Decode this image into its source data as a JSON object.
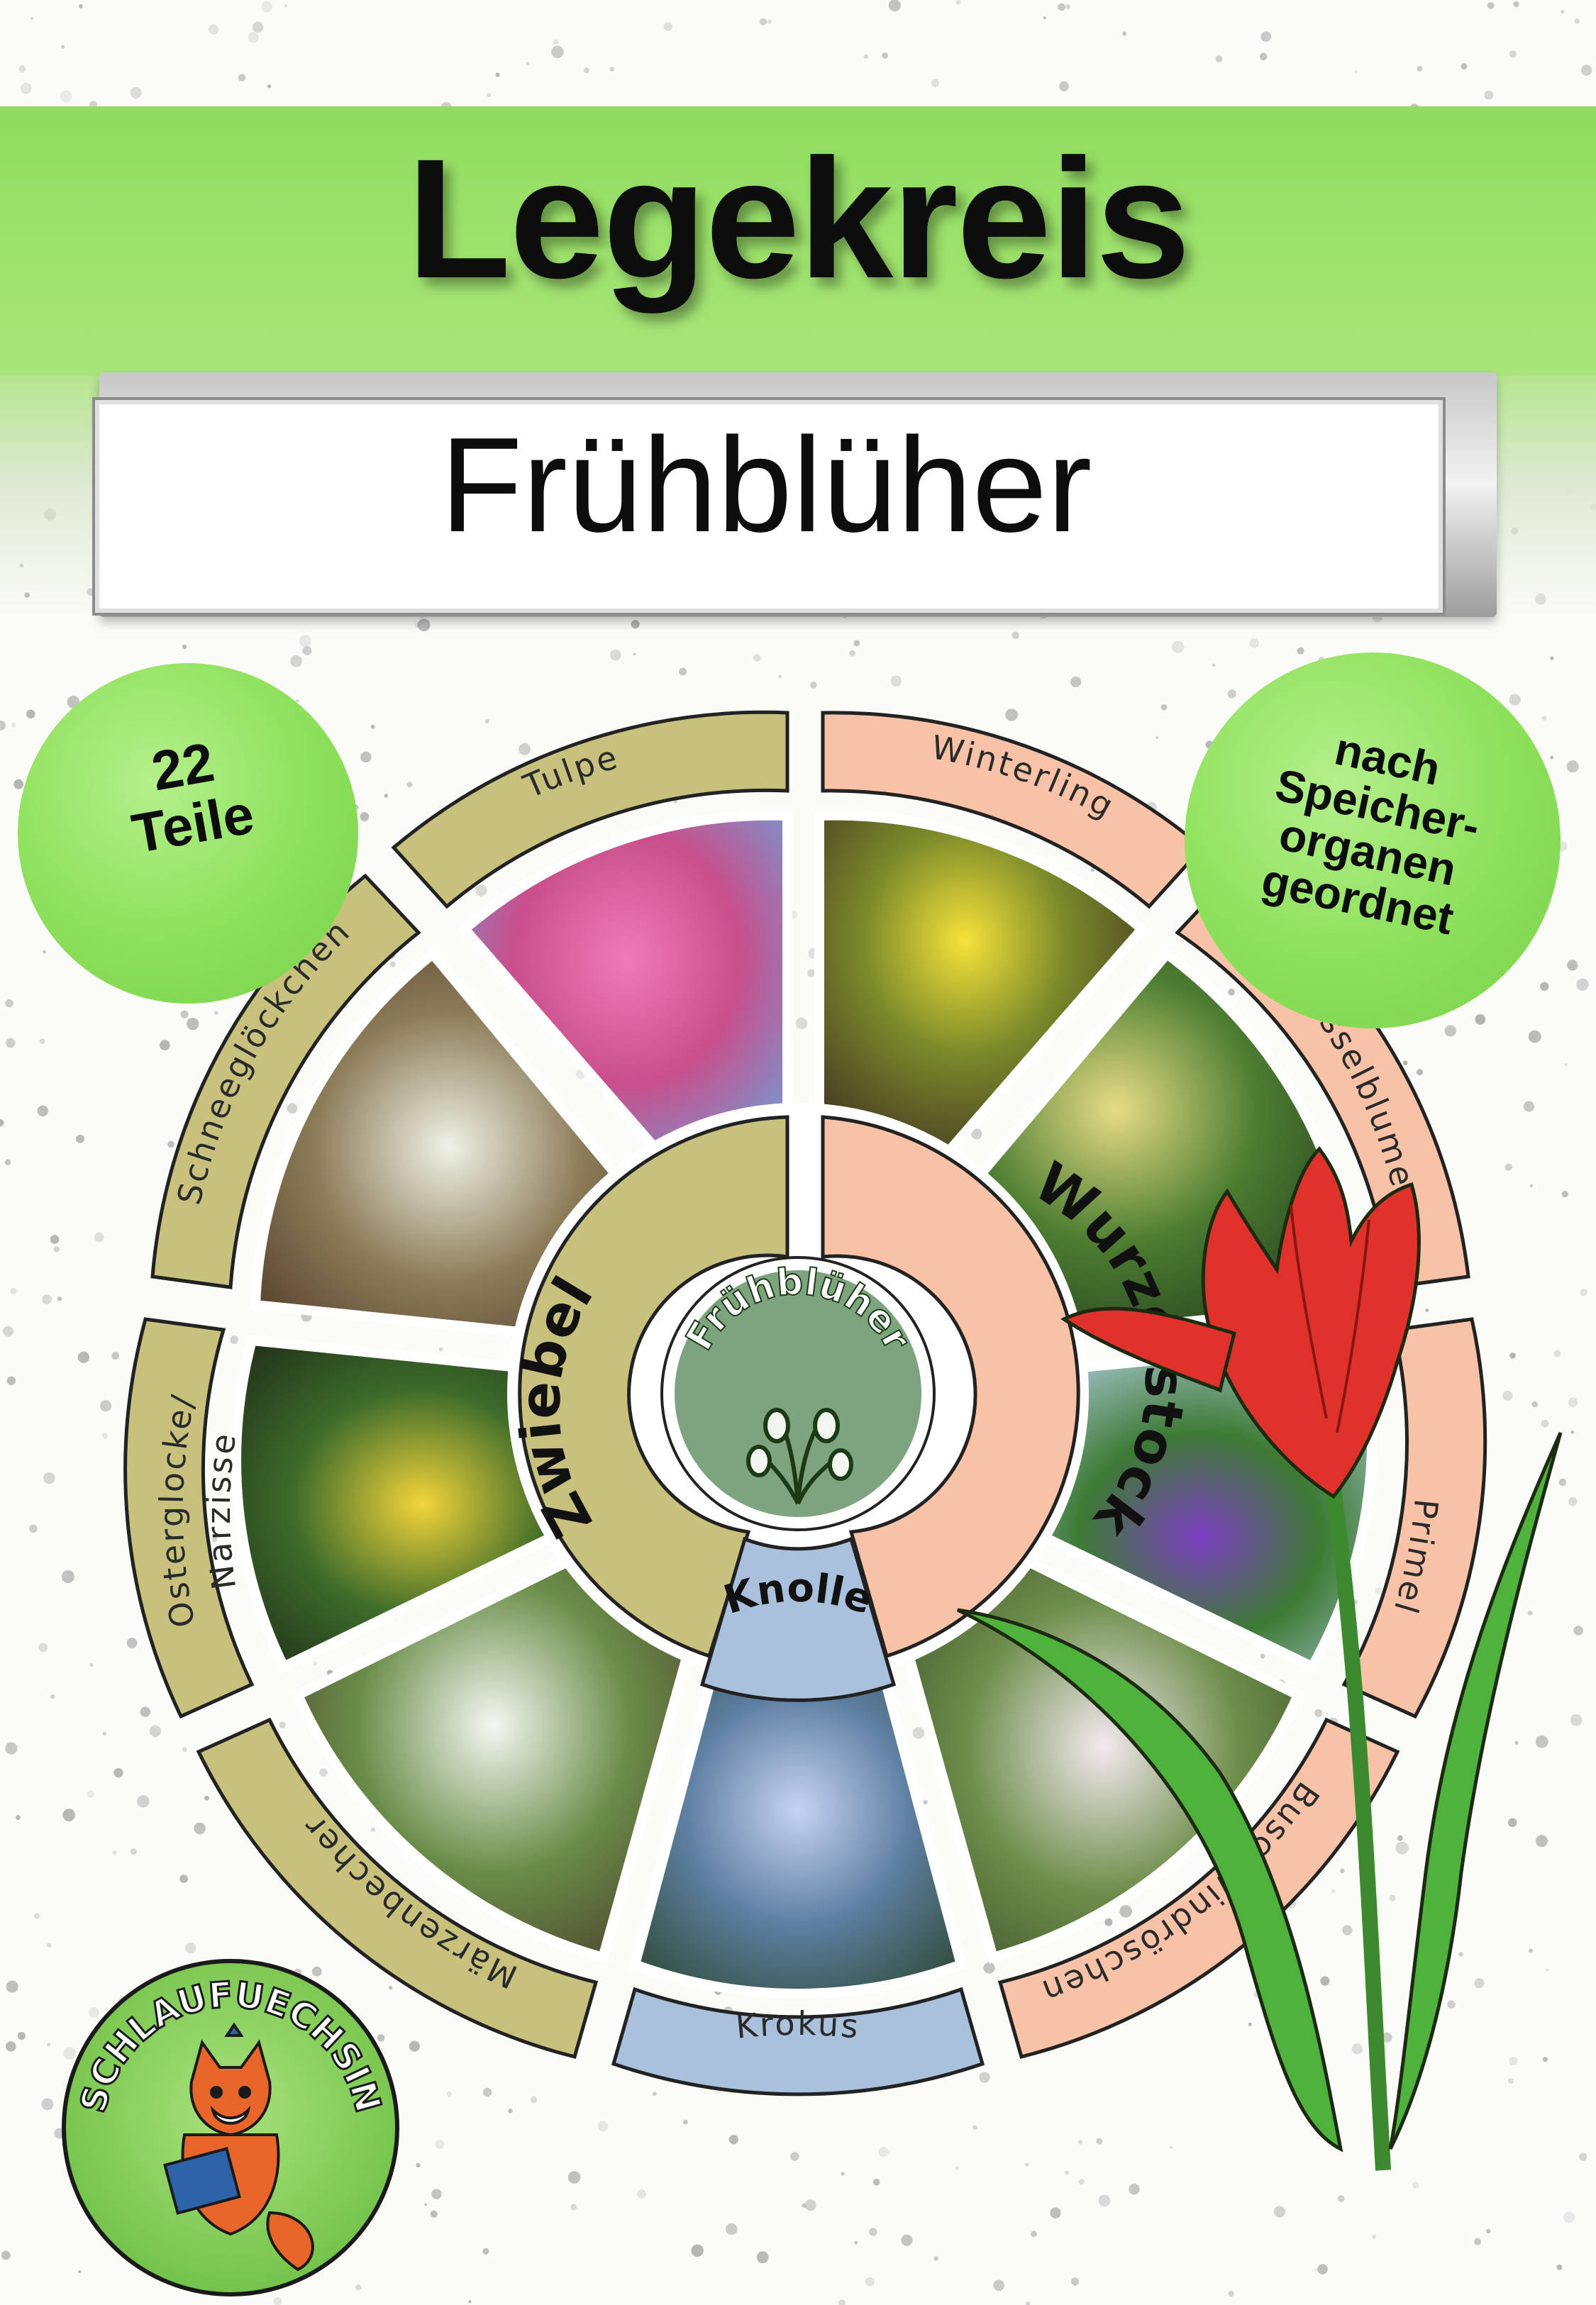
{
  "title": "Legekreis",
  "subtitle": "Frühblüher",
  "badge_parts": {
    "count": "22",
    "label": "Teile"
  },
  "badge_order": {
    "line1": "nach",
    "line2": "Speicher-",
    "line3": "organen",
    "line4": "geordnet"
  },
  "center_label": "Frühblüher",
  "categories": {
    "bulb": "Zwiebel",
    "rhizome": "Wurzelstock",
    "tuber": "Knolle"
  },
  "flowers": {
    "tulpe": "Tulpe",
    "winterling": "Winterling",
    "schluesselblume": "Schlüsselblume",
    "primel": "Primel",
    "buschwindroeschen": "Buschwindröschen",
    "krokus": "Krokus",
    "maerzenbecher": "Märzenbecher",
    "osterglocke_1": "Osterglocke/",
    "osterglocke_2": "Narzisse",
    "schneegloeckchen": "Schneeglöckchen"
  },
  "logo_text": "SCHLAUFUECHSIN",
  "colors": {
    "banner": "#9ee26c",
    "badge": "#8ce05a",
    "bulb_segment": "#c8c17e",
    "rhizome_segment": "#f8c2a6",
    "tuber_segment": "#a9c1dd",
    "center": "#7da37f",
    "tulip_red": "#e0322a",
    "stem_green": "#4fb23c"
  }
}
